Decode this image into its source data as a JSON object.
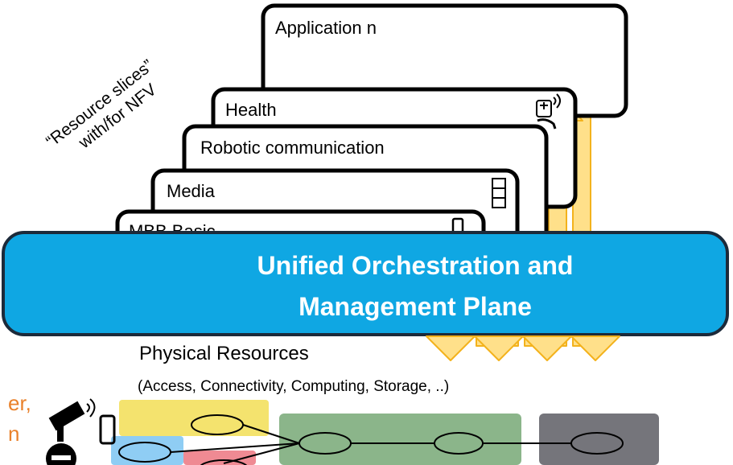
{
  "annotation": {
    "line1": "“Resource slices”",
    "line2": "with/for NFV"
  },
  "slices": [
    {
      "label": "Application n"
    },
    {
      "label": "Health"
    },
    {
      "label": "Robotic communication"
    },
    {
      "label": "Media"
    },
    {
      "label": "MBB Basic"
    }
  ],
  "orchestration": {
    "line1": "Unified Orchestration and",
    "line2": "Management Plane"
  },
  "physical": {
    "title": "Physical Resources",
    "subtitle": "(Access, Connectivity, Computing, Storage, ..)"
  },
  "left_text": {
    "line1": "er,",
    "line2": "n"
  },
  "colors": {
    "orchestration_fill": "#0fa7e3",
    "arrow_fill": "#ffe08a",
    "arrow_stroke": "#f3b21c",
    "left_text": "#e9812b",
    "yellow_zone": "#f4e36e",
    "blue_zone": "#8fcdf4",
    "red_zone": "#ef8a93",
    "green_zone": "#8bb58a",
    "gray_zone": "#75757b"
  },
  "icons": [
    "medical-device-icon",
    "film-strip-icon",
    "phone-icon",
    "security-camera-icon",
    "mobile-phone-icon",
    "speaker-icon"
  ]
}
